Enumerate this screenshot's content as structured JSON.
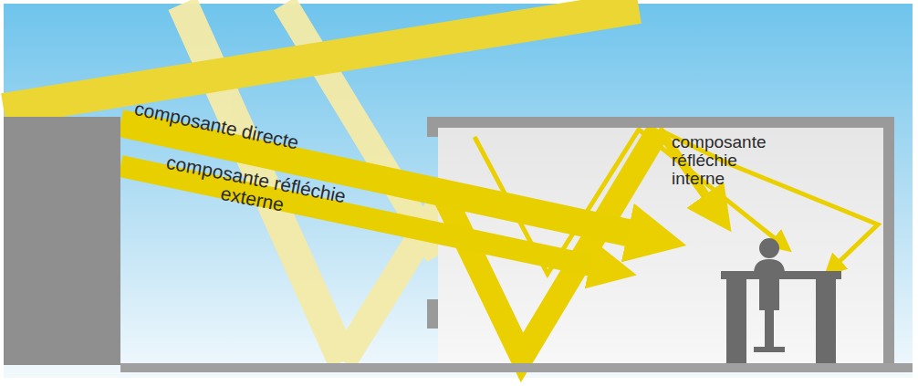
{
  "diagram": {
    "labels": [
      "composante directe",
      "composante réfléchie externe",
      "composante réfléchie interne"
    ]
  }
}
